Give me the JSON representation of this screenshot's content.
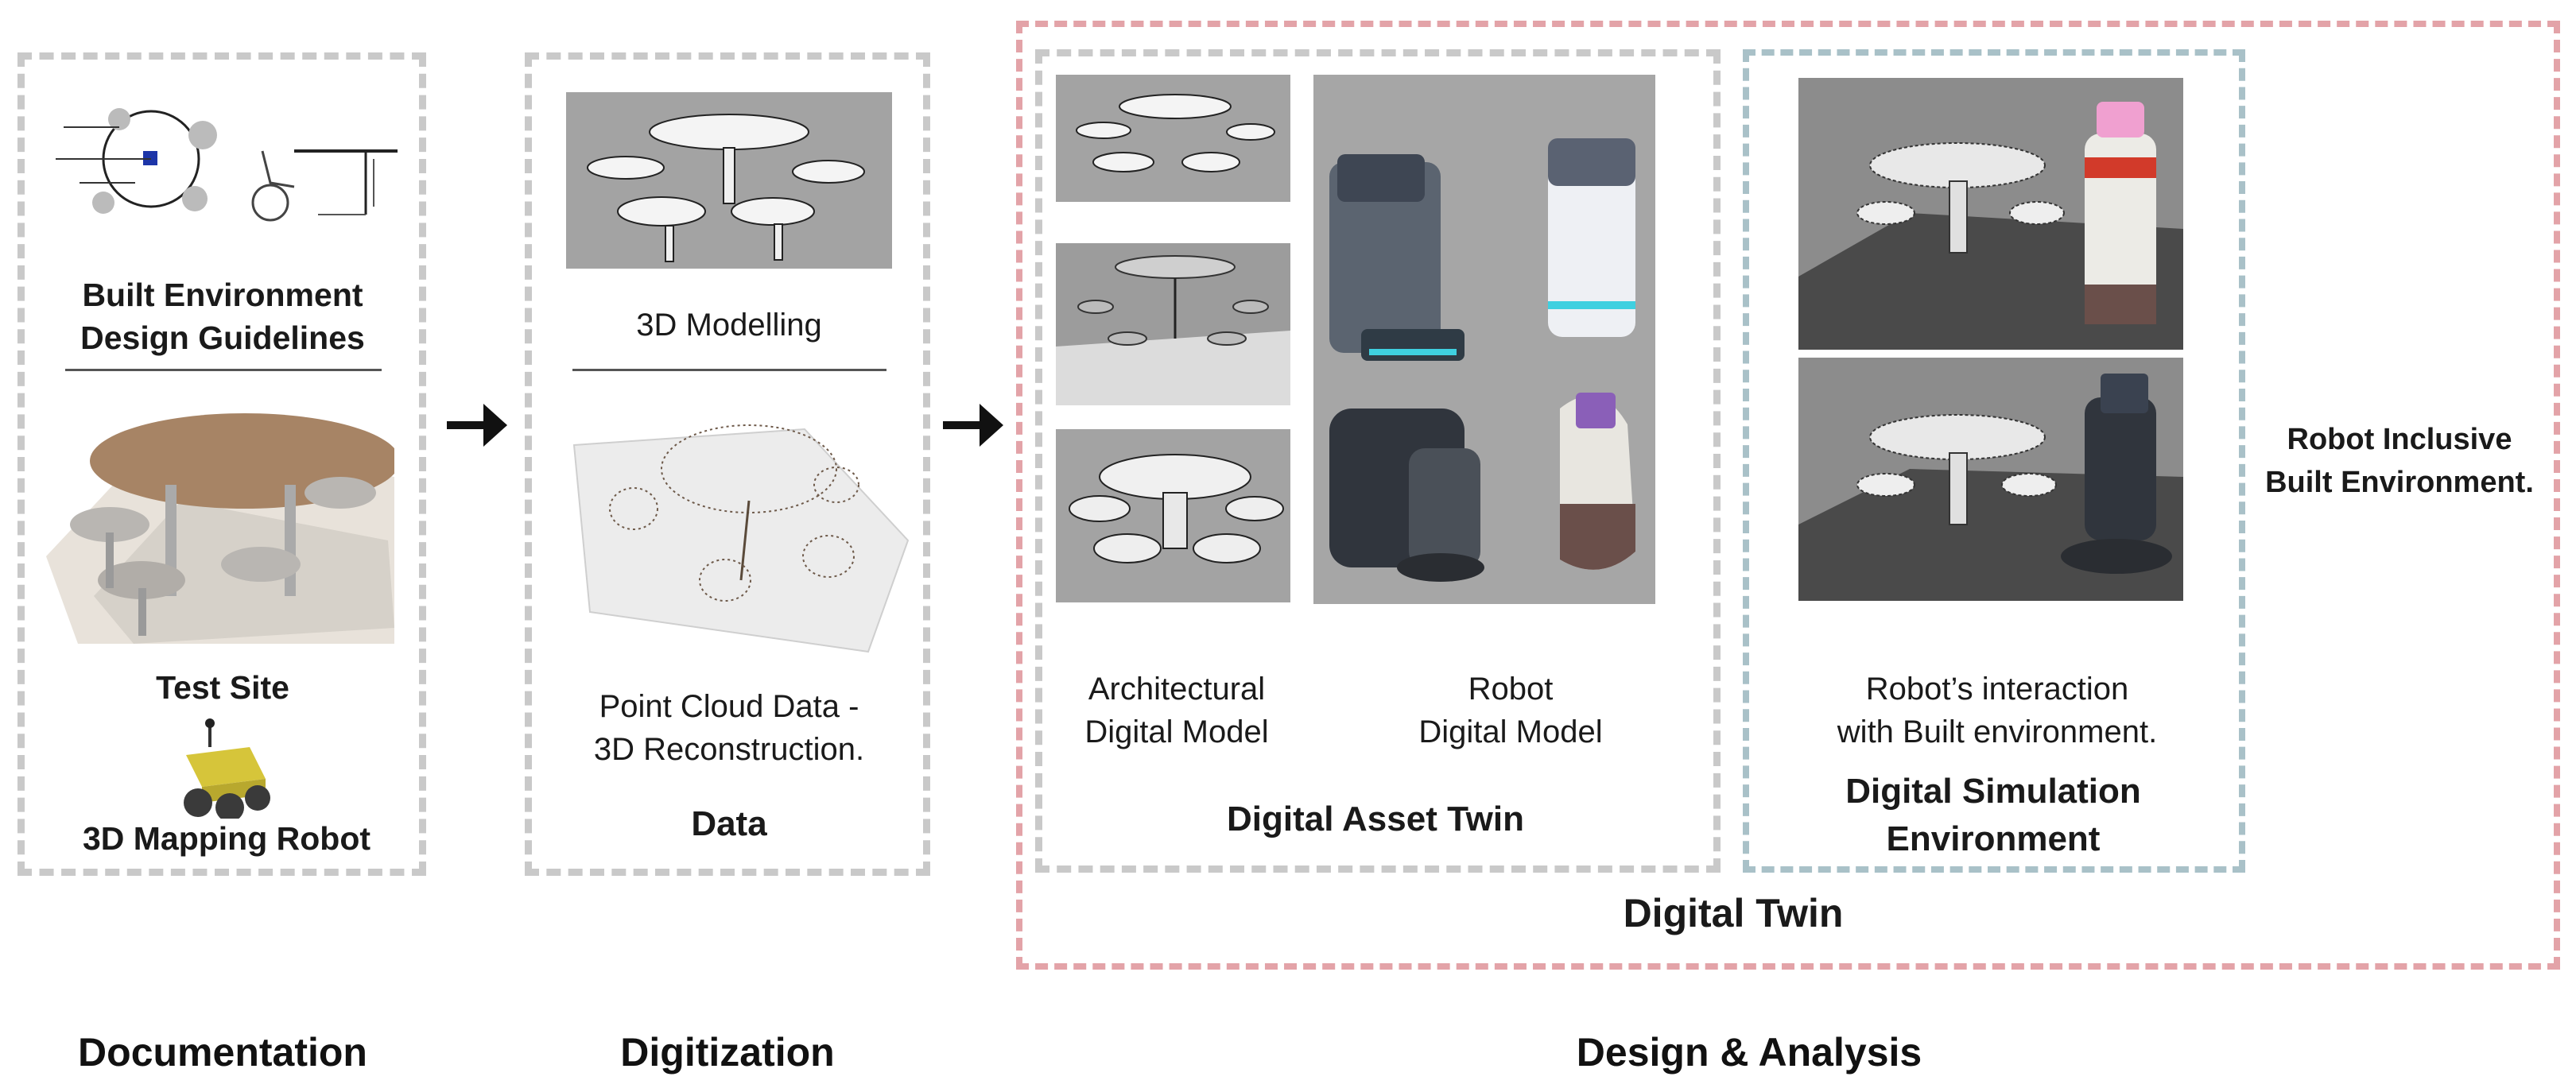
{
  "documentation": {
    "guidelines_label": "Built Environment\nDesign Guidelines",
    "test_site_label": "Test Site",
    "mapping_robot_label": "3D Mapping Robot"
  },
  "digitization": {
    "modelling_label": "3D Modelling",
    "point_cloud_label": "Point Cloud Data -\n3D Reconstruction.",
    "data_label": "Data"
  },
  "digital_asset_twin": {
    "arch_model_label": "Architectural\nDigital Model",
    "robot_model_label": "Robot\nDigital Model",
    "title": "Digital Asset Twin"
  },
  "digital_simulation": {
    "interaction_label": "Robot’s interaction\nwith Built environment.",
    "title": "Digital Simulation\nEnvironment"
  },
  "digital_twin_label": "Digital Twin",
  "outcome_label": "Robot Inclusive\nBuilt Environment.",
  "stages": {
    "documentation": "Documentation",
    "digitization": "Digitization",
    "design_analysis": "Design & Analysis"
  },
  "colors": {
    "gray_dash": "#c9c9c9",
    "red_dash": "#e3a3a8",
    "blue_dash": "#a9c1c8"
  }
}
